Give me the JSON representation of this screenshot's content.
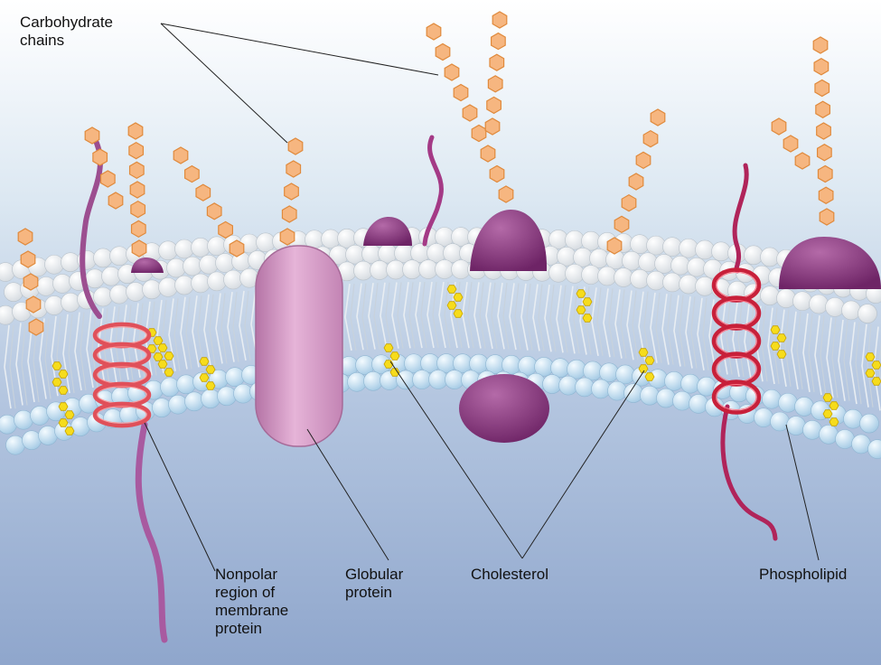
{
  "labels": {
    "carbohydrate_chains": "Carbohydrate\nchains",
    "nonpolar_region": "Nonpolar\nregion of\nmembrane\nprotein",
    "globular_protein": "Globular\nprotein",
    "cholesterol": "Cholesterol",
    "phospholipid": "Phospholipid"
  },
  "colors": {
    "carbohydrate": "#f6b680",
    "carbohydrate_edge": "#e08a3c",
    "head_top": "#ffffff",
    "head_bottom": "#d6ecf8",
    "tail": "#ffffff",
    "globular_protein": "#c98cb8",
    "peripheral_protein": "#8c3a82",
    "helix": "#d8283c",
    "cholesterol": "#f6dc1c"
  }
}
